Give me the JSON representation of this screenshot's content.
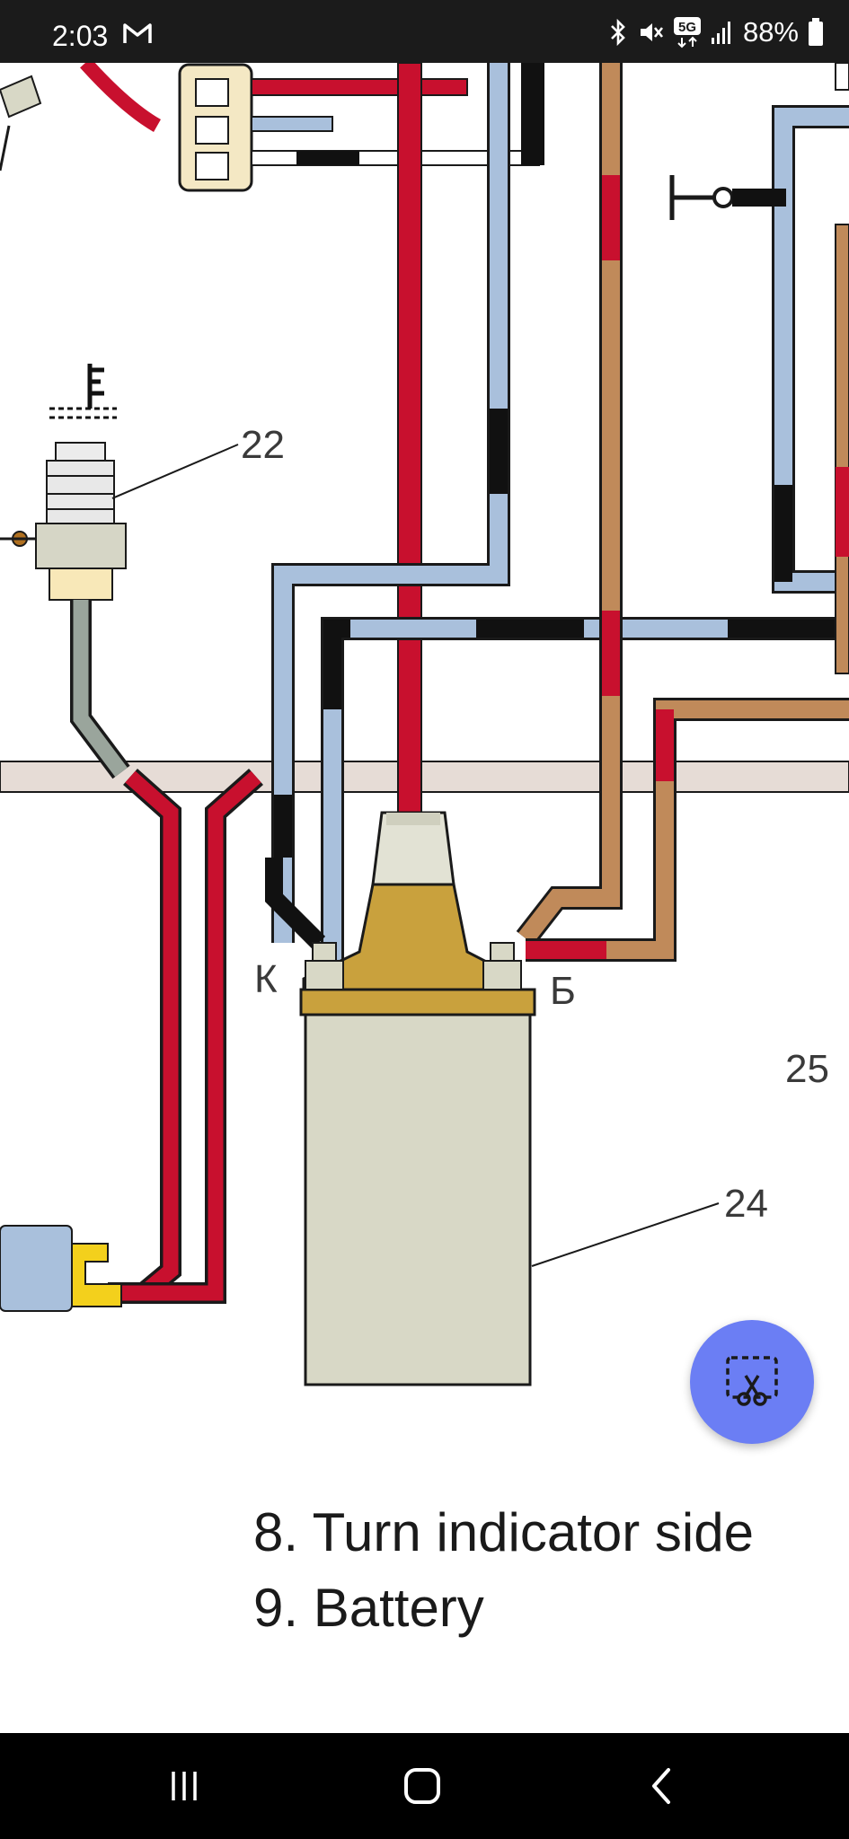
{
  "status_bar": {
    "time": "2:03",
    "battery": "88%",
    "network": "5G",
    "icons": [
      "gmail-icon",
      "bluetooth-icon",
      "mute-icon",
      "5g-icon",
      "signal-icon",
      "battery-icon"
    ]
  },
  "diagram": {
    "labels": {
      "l22": "22",
      "l24": "24",
      "l25": "25",
      "k": "К",
      "b": "Б"
    },
    "colors": {
      "red": "#c8102e",
      "light_blue": "#a9c0dc",
      "black": "#111111",
      "tan": "#c08a5a",
      "coil_body": "#d8d8c6",
      "coil_top": "#c9a13d",
      "gray_green": "#9aa59c"
    }
  },
  "fab": {
    "icon": "screenshot-scissors-icon",
    "color": "#6b7ef4"
  },
  "captions": [
    "8. Turn indicator side",
    "9. Battery"
  ],
  "nav_bar": {
    "buttons": [
      "recent-apps-icon",
      "home-icon",
      "back-icon"
    ]
  }
}
